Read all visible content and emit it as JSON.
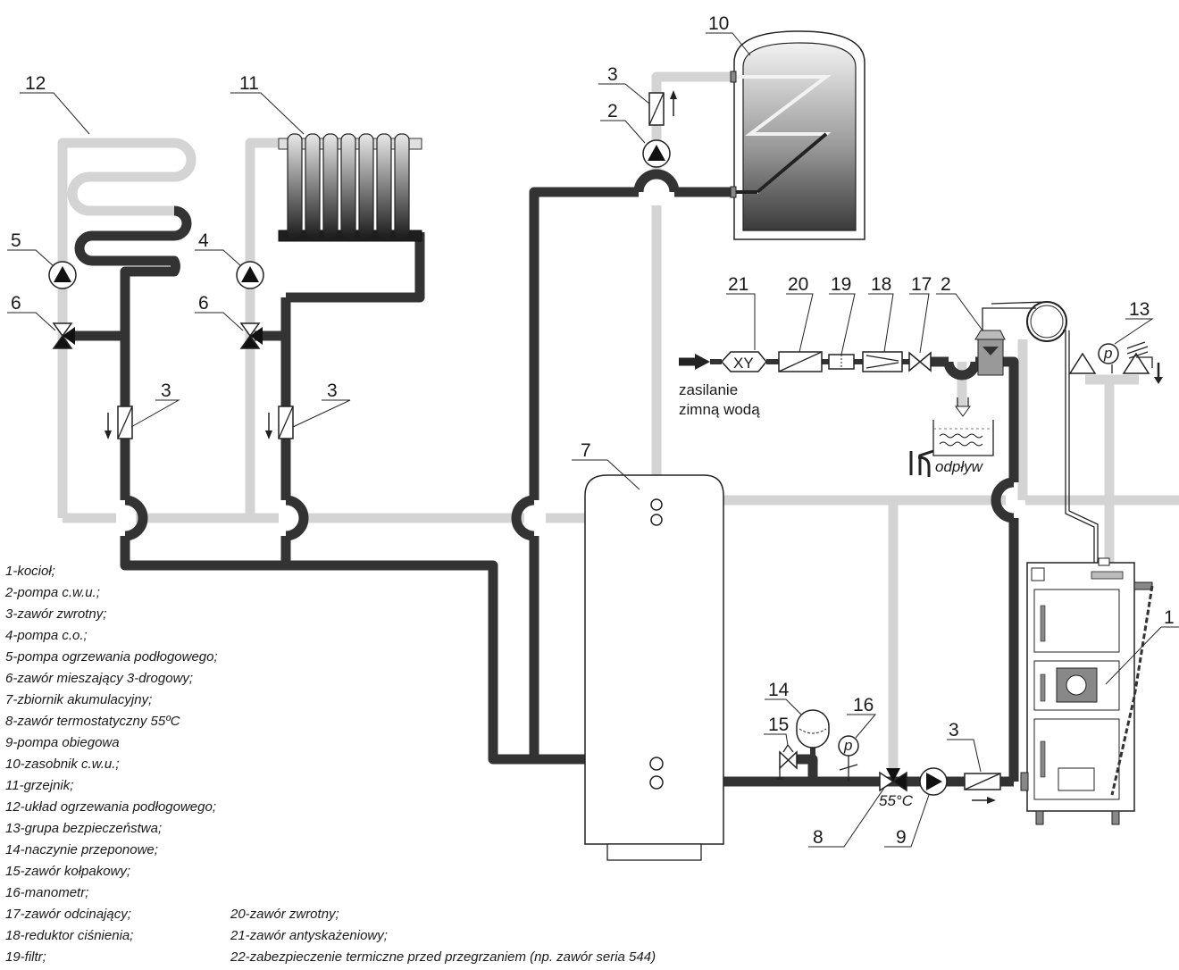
{
  "diagram": {
    "colors": {
      "hot_pipe": "#d4d4d4",
      "cold_pipe": "#333333",
      "outline": "#222222"
    },
    "callouts": {
      "n1": "1",
      "n2a": "2",
      "n2b": "2",
      "n3a": "3",
      "n3b": "3",
      "n3c": "3",
      "n3d": "3",
      "n4": "4",
      "n5": "5",
      "n6a": "6",
      "n6b": "6",
      "n7": "7",
      "n8": "8",
      "n9": "9",
      "n10": "10",
      "n11": "11",
      "n12": "12",
      "n13": "13",
      "n14": "14",
      "n15": "15",
      "n16": "16",
      "n17": "17",
      "n18": "18",
      "n19": "19",
      "n20": "20",
      "n21": "21"
    },
    "labels": {
      "xy": "XY",
      "supply_line1": "zasilanie",
      "supply_line2": "zimną wodą",
      "drain": "odpływ",
      "temp": "55°C",
      "gauge_p1": "p",
      "gauge_p2": "p"
    },
    "legend": [
      "1-kocioł;",
      "2-pompa c.w.u.;",
      "3-zawór zwrotny;",
      "4-pompa c.o.;",
      "5-pompa ogrzewania podłogowego;",
      "6-zawór mieszający 3-drogowy;",
      "7-zbiornik akumulacyjny;",
      "8-zawór termostatyczny 55ºC",
      "9-pompa obiegowa",
      "10-zasobnik c.w.u.;",
      "11-grzejnik;",
      "12-układ ogrzewania podłogowego;",
      "13-grupa bezpieczeństwa;",
      "14-naczynie przeponowe;",
      "15-zawór kołpakowy;",
      "16-manometr;",
      "17-zawór odcinający;",
      "18-reduktor ciśnienia;",
      "19-filtr;"
    ],
    "legend_right": [
      "20-zawór zwrotny;",
      "21-zawór antyskażeniowy;",
      "22-zabezpieczenie termiczne przed przegrzaniem (np. zawór seria 544)"
    ]
  }
}
